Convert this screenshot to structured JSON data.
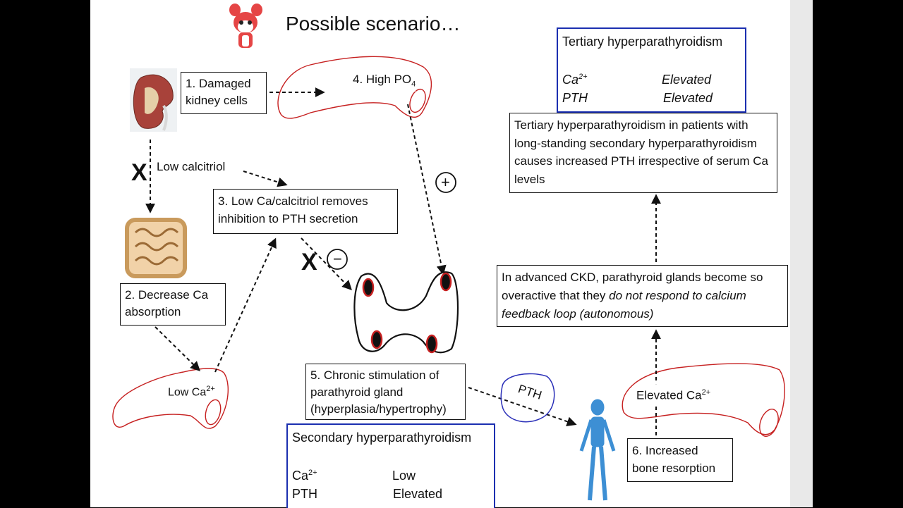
{
  "title": "Possible scenario…",
  "steps": {
    "damaged_kidney": "1. Damaged kidney cells",
    "decrease_ca": "2. Decrease Ca absorption",
    "low_ca_calcitriol": "3. Low Ca/calcitriol removes inhibition to PTH secretion",
    "high_po4": "4. High PO",
    "high_po4_sub": "4",
    "chronic_stimulation": "5. Chronic stimulation of parathyroid gland (hyperplasia/hypertrophy)",
    "increased_bone": "6. Increased bone resorption"
  },
  "labels": {
    "low_calcitriol": "Low calcitriol",
    "low_ca": "Low Ca",
    "low_ca_sup": "2+",
    "elevated_ca": "Elevated Ca",
    "elevated_ca_sup": "2+",
    "pth_bubble": "PTH",
    "x_mark_1": "X",
    "x_mark_2": "X",
    "plus_sign": "+",
    "minus_sign": "−"
  },
  "advanced_ckd": {
    "plain": "In advanced CKD, parathyroid glands become so overactive that they ",
    "italic": "do not respond to calcium feedback loop (autonomous)"
  },
  "tertiary_explanation": "Tertiary hyperparathyroidism in patients with long-standing secondary hyperparathyroidism causes increased PTH irrespective of serum Ca levels",
  "tertiary_box": {
    "heading": "Tertiary hyperparathyroidism",
    "ca_label": "Ca",
    "ca_sup": "2+",
    "ca_value": "Elevated",
    "pth_label": "PTH",
    "pth_value": "Elevated"
  },
  "secondary_box": {
    "heading": "Secondary hyperparathyroidism",
    "ca_label": "Ca",
    "ca_sup": "2+",
    "ca_value": "Low",
    "pth_label": "PTH",
    "pth_value": "Elevated"
  },
  "icons": [
    "mascot-icon",
    "kidney-icon",
    "intestine-icon",
    "thyroid-icon",
    "skeleton-icon"
  ],
  "colors": {
    "bone_outline": "#c62020",
    "blue_box": "#1b2fb0",
    "pth_bubble": "#2a2fb8",
    "skeleton": "#3d8fd4"
  }
}
